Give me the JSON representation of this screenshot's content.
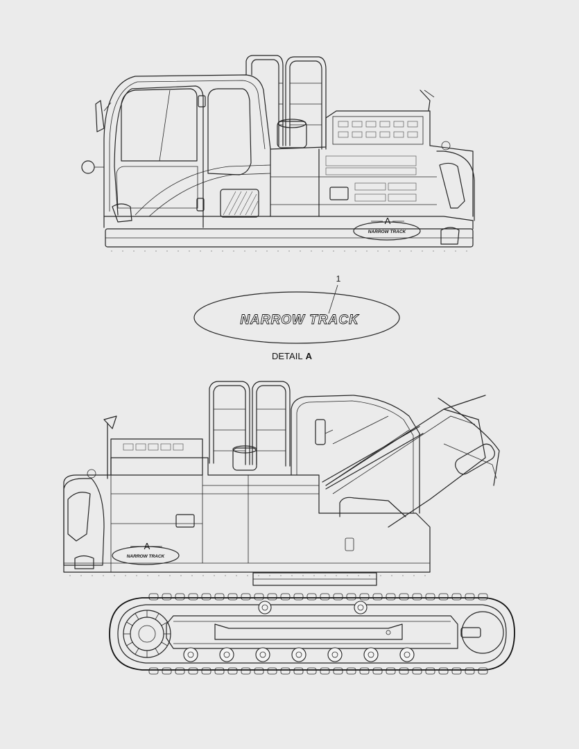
{
  "callouts": {
    "item_number": "1",
    "detail_letter_top": "A",
    "detail_letter_bottom": "A"
  },
  "decal": {
    "text": "NARROW TRACK"
  },
  "detail_caption": {
    "prefix": "DETAIL",
    "letter": "A"
  },
  "colors": {
    "background": "#ebebeb",
    "line": "#222222"
  }
}
